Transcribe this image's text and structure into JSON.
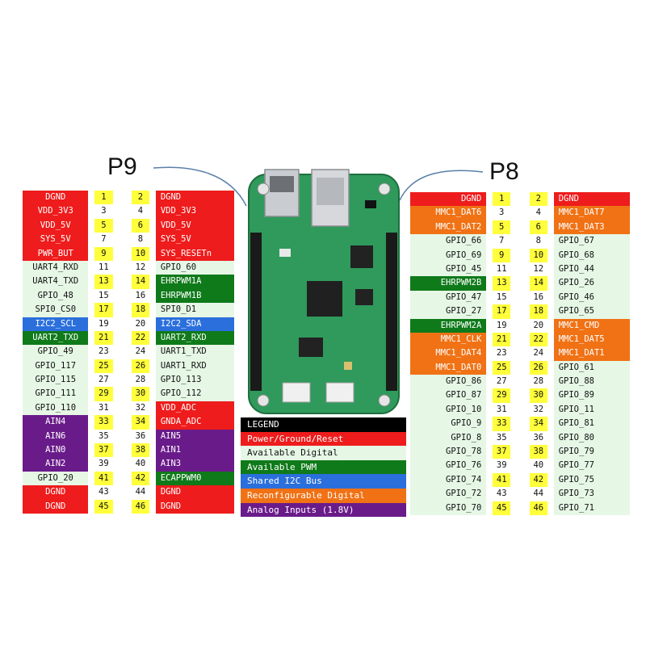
{
  "colors": {
    "red": "#ee1c1c",
    "orange": "#f07215",
    "lightgreen": "#e6f7e6",
    "darkgreen": "#0f7a1a",
    "blue": "#2a6fdc",
    "purple": "#6a1b8a",
    "yellow": "#ffff3b",
    "black": "#000000"
  },
  "headers": {
    "p9": "P9",
    "p8": "P8"
  },
  "p9": [
    {
      "l": "DGND",
      "lc": "red",
      "p1": "1",
      "p2": "2",
      "r": "DGND",
      "rc": "red",
      "y": true
    },
    {
      "l": "VDD_3V3",
      "lc": "red",
      "p1": "3",
      "p2": "4",
      "r": "VDD_3V3",
      "rc": "red",
      "y": false
    },
    {
      "l": "VDD_5V",
      "lc": "red",
      "p1": "5",
      "p2": "6",
      "r": "VDD_5V",
      "rc": "red",
      "y": true
    },
    {
      "l": "SYS_5V",
      "lc": "red",
      "p1": "7",
      "p2": "8",
      "r": "SYS_5V",
      "rc": "red",
      "y": false
    },
    {
      "l": "PWR_BUT",
      "lc": "red",
      "p1": "9",
      "p2": "10",
      "r": "SYS_RESETn",
      "rc": "red",
      "y": true
    },
    {
      "l": "UART4_RXD",
      "lc": "lightgreen",
      "p1": "11",
      "p2": "12",
      "r": "GPIO_60",
      "rc": "lightgreen",
      "y": false
    },
    {
      "l": "UART4_TXD",
      "lc": "lightgreen",
      "p1": "13",
      "p2": "14",
      "r": "EHRPWM1A",
      "rc": "darkgreen",
      "y": true
    },
    {
      "l": "GPIO_48",
      "lc": "lightgreen",
      "p1": "15",
      "p2": "16",
      "r": "EHRPWM1B",
      "rc": "darkgreen",
      "y": false
    },
    {
      "l": "SPI0_CS0",
      "lc": "lightgreen",
      "p1": "17",
      "p2": "18",
      "r": "SPI0_D1",
      "rc": "lightgreen",
      "y": true
    },
    {
      "l": "I2C2_SCL",
      "lc": "blue",
      "p1": "19",
      "p2": "20",
      "r": "I2C2_SDA",
      "rc": "blue",
      "y": false
    },
    {
      "l": "UART2_TXD",
      "lc": "darkgreen",
      "p1": "21",
      "p2": "22",
      "r": "UART2_RXD",
      "rc": "darkgreen",
      "y": true
    },
    {
      "l": "GPIO_49",
      "lc": "lightgreen",
      "p1": "23",
      "p2": "24",
      "r": "UART1_TXD",
      "rc": "lightgreen",
      "y": false
    },
    {
      "l": "GPIO_117",
      "lc": "lightgreen",
      "p1": "25",
      "p2": "26",
      "r": "UART1_RXD",
      "rc": "lightgreen",
      "y": true
    },
    {
      "l": "GPIO_115",
      "lc": "lightgreen",
      "p1": "27",
      "p2": "28",
      "r": "GPIO_113",
      "rc": "lightgreen",
      "y": false
    },
    {
      "l": "GPIO_111",
      "lc": "lightgreen",
      "p1": "29",
      "p2": "30",
      "r": "GPIO_112",
      "rc": "lightgreen",
      "y": true
    },
    {
      "l": "GPIO_110",
      "lc": "lightgreen",
      "p1": "31",
      "p2": "32",
      "r": "VDD_ADC",
      "rc": "red",
      "y": false
    },
    {
      "l": "AIN4",
      "lc": "purple",
      "p1": "33",
      "p2": "34",
      "r": "GNDA_ADC",
      "rc": "red",
      "y": true
    },
    {
      "l": "AIN6",
      "lc": "purple",
      "p1": "35",
      "p2": "36",
      "r": "AIN5",
      "rc": "purple",
      "y": false
    },
    {
      "l": "AIN0",
      "lc": "purple",
      "p1": "37",
      "p2": "38",
      "r": "AIN1",
      "rc": "purple",
      "y": true
    },
    {
      "l": "AIN2",
      "lc": "purple",
      "p1": "39",
      "p2": "40",
      "r": "AIN3",
      "rc": "purple",
      "y": false
    },
    {
      "l": "GPIO_20",
      "lc": "lightgreen",
      "p1": "41",
      "p2": "42",
      "r": "ECAPPWM0",
      "rc": "darkgreen",
      "y": true
    },
    {
      "l": "DGND",
      "lc": "red",
      "p1": "43",
      "p2": "44",
      "r": "DGND",
      "rc": "red",
      "y": false
    },
    {
      "l": "DGND",
      "lc": "red",
      "p1": "45",
      "p2": "46",
      "r": "DGND",
      "rc": "red",
      "y": true
    }
  ],
  "p8": [
    {
      "l": "DGND",
      "lc": "red",
      "p1": "1",
      "p2": "2",
      "r": "DGND",
      "rc": "red",
      "y": true
    },
    {
      "l": "MMC1_DAT6",
      "lc": "orange",
      "p1": "3",
      "p2": "4",
      "r": "MMC1_DAT7",
      "rc": "orange",
      "y": false
    },
    {
      "l": "MMC1_DAT2",
      "lc": "orange",
      "p1": "5",
      "p2": "6",
      "r": "MMC1_DAT3",
      "rc": "orange",
      "y": true
    },
    {
      "l": "GPIO_66",
      "lc": "lightgreen",
      "p1": "7",
      "p2": "8",
      "r": "GPIO_67",
      "rc": "lightgreen",
      "y": false
    },
    {
      "l": "GPIO_69",
      "lc": "lightgreen",
      "p1": "9",
      "p2": "10",
      "r": "GPIO_68",
      "rc": "lightgreen",
      "y": true
    },
    {
      "l": "GPIO_45",
      "lc": "lightgreen",
      "p1": "11",
      "p2": "12",
      "r": "GPIO_44",
      "rc": "lightgreen",
      "y": false
    },
    {
      "l": "EHRPWM2B",
      "lc": "darkgreen",
      "p1": "13",
      "p2": "14",
      "r": "GPIO_26",
      "rc": "lightgreen",
      "y": true
    },
    {
      "l": "GPIO_47",
      "lc": "lightgreen",
      "p1": "15",
      "p2": "16",
      "r": "GPIO_46",
      "rc": "lightgreen",
      "y": false
    },
    {
      "l": "GPIO_27",
      "lc": "lightgreen",
      "p1": "17",
      "p2": "18",
      "r": "GPIO_65",
      "rc": "lightgreen",
      "y": true
    },
    {
      "l": "EHRPWM2A",
      "lc": "darkgreen",
      "p1": "19",
      "p2": "20",
      "r": "MMC1_CMD",
      "rc": "orange",
      "y": false
    },
    {
      "l": "MMC1_CLK",
      "lc": "orange",
      "p1": "21",
      "p2": "22",
      "r": "MMC1_DAT5",
      "rc": "orange",
      "y": true
    },
    {
      "l": "MMC1_DAT4",
      "lc": "orange",
      "p1": "23",
      "p2": "24",
      "r": "MMC1_DAT1",
      "rc": "orange",
      "y": false
    },
    {
      "l": "MMC1_DAT0",
      "lc": "orange",
      "p1": "25",
      "p2": "26",
      "r": "GPIO_61",
      "rc": "lightgreen",
      "y": true
    },
    {
      "l": "GPIO_86",
      "lc": "lightgreen",
      "p1": "27",
      "p2": "28",
      "r": "GPIO_88",
      "rc": "lightgreen",
      "y": false
    },
    {
      "l": "GPIO_87",
      "lc": "lightgreen",
      "p1": "29",
      "p2": "30",
      "r": "GPIO_89",
      "rc": "lightgreen",
      "y": true
    },
    {
      "l": "GPIO_10",
      "lc": "lightgreen",
      "p1": "31",
      "p2": "32",
      "r": "GPIO_11",
      "rc": "lightgreen",
      "y": false
    },
    {
      "l": "GPIO_9",
      "lc": "lightgreen",
      "p1": "33",
      "p2": "34",
      "r": "GPIO_81",
      "rc": "lightgreen",
      "y": true
    },
    {
      "l": "GPIO_8",
      "lc": "lightgreen",
      "p1": "35",
      "p2": "36",
      "r": "GPIO_80",
      "rc": "lightgreen",
      "y": false
    },
    {
      "l": "GPIO_78",
      "lc": "lightgreen",
      "p1": "37",
      "p2": "38",
      "r": "GPIO_79",
      "rc": "lightgreen",
      "y": true
    },
    {
      "l": "GPIO_76",
      "lc": "lightgreen",
      "p1": "39",
      "p2": "40",
      "r": "GPIO_77",
      "rc": "lightgreen",
      "y": false
    },
    {
      "l": "GPIO_74",
      "lc": "lightgreen",
      "p1": "41",
      "p2": "42",
      "r": "GPIO_75",
      "rc": "lightgreen",
      "y": true
    },
    {
      "l": "GPIO_72",
      "lc": "lightgreen",
      "p1": "43",
      "p2": "44",
      "r": "GPIO_73",
      "rc": "lightgreen",
      "y": false
    },
    {
      "l": "GPIO_70",
      "lc": "lightgreen",
      "p1": "45",
      "p2": "46",
      "r": "GPIO_71",
      "rc": "lightgreen",
      "y": true
    }
  ],
  "legend": [
    {
      "text": "LEGEND",
      "color": "black"
    },
    {
      "text": "Power/Ground/Reset",
      "color": "red"
    },
    {
      "text": "Available Digital",
      "color": "lightgreen"
    },
    {
      "text": "Available PWM",
      "color": "darkgreen"
    },
    {
      "text": "Shared I2C Bus",
      "color": "blue"
    },
    {
      "text": "Reconfigurable Digital",
      "color": "orange"
    },
    {
      "text": "Analog Inputs (1.8V)",
      "color": "purple"
    }
  ]
}
